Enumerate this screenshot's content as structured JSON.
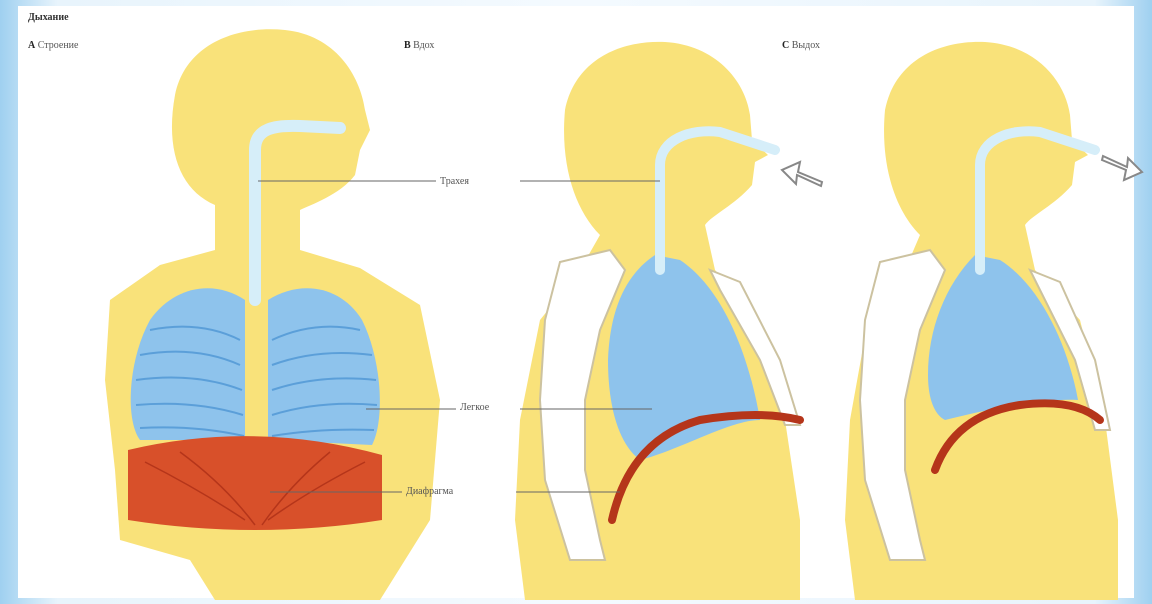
{
  "diagram": {
    "title": "Дыхание",
    "sections": {
      "a": {
        "letter": "A",
        "label": "Строение"
      },
      "b": {
        "letter": "B",
        "label": "Вдох"
      },
      "c": {
        "letter": "C",
        "label": "Выдох"
      }
    },
    "labels": {
      "trachea": "Трахея",
      "lung": "Легкое",
      "diaphragm": "Диафрагма"
    }
  },
  "colors": {
    "body": "#f9e27a",
    "lung": "#8ec3ec",
    "lung_stripe": "#5b9fd9",
    "diaphragm": "#d8502a",
    "diaphragm_edge": "#b5351a",
    "airway": "#d6eef9",
    "ribs": "#ffffff"
  }
}
